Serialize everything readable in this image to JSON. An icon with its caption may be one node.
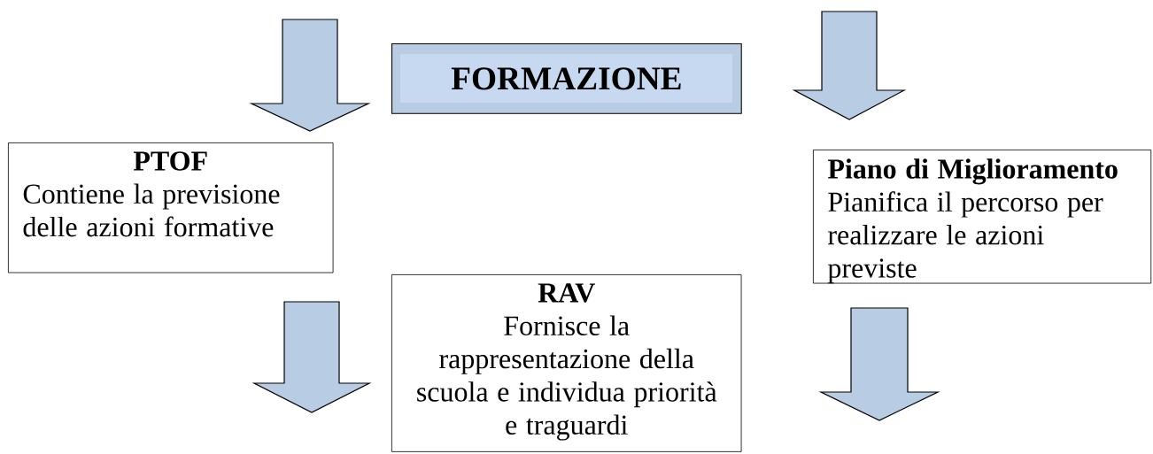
{
  "diagram": {
    "nodes": [
      {
        "text": [
          "FORMAZIONE"
        ]
      },
      {
        "text": [
          "PTOF",
          "Contiene la previsione delle azioni formative"
        ]
      },
      {
        "text": [
          "Piano di Miglioramento",
          "Pianifica il percorso per realizzare le azioni previste"
        ]
      },
      {
        "text": [
          "RAV",
          "Fornisce la rappresentazione della scuola e individua priorità e traguardi"
        ]
      }
    ],
    "edges": [
      {
        "from": 0,
        "to": 1,
        "arrow": "to"
      },
      {
        "from": 0,
        "to": 2,
        "arrow": "to"
      },
      {
        "from": 1,
        "to": null,
        "arrow": "to"
      },
      {
        "from": 2,
        "to": null,
        "arrow": "to"
      }
    ]
  }
}
